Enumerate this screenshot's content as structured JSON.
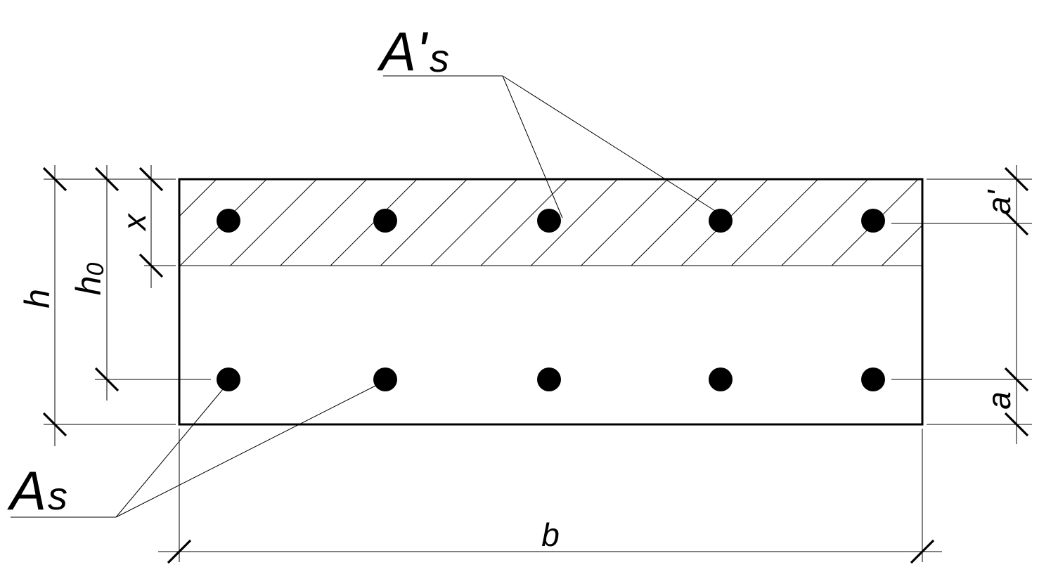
{
  "diagram": {
    "labels": {
      "top_rebar_main": "A",
      "top_rebar_prime": "'",
      "top_rebar_sub": "s",
      "bottom_rebar_main": "A",
      "bottom_rebar_sub": "s",
      "width": "b",
      "height": "h",
      "effective_height_main": "h",
      "effective_height_sub": "0",
      "compression_depth": "x",
      "top_cover": "a'",
      "bottom_cover": "a"
    },
    "top_bar_count": 5,
    "bottom_bar_count": 5,
    "line_color": "#000000",
    "background_color": "#ffffff"
  }
}
